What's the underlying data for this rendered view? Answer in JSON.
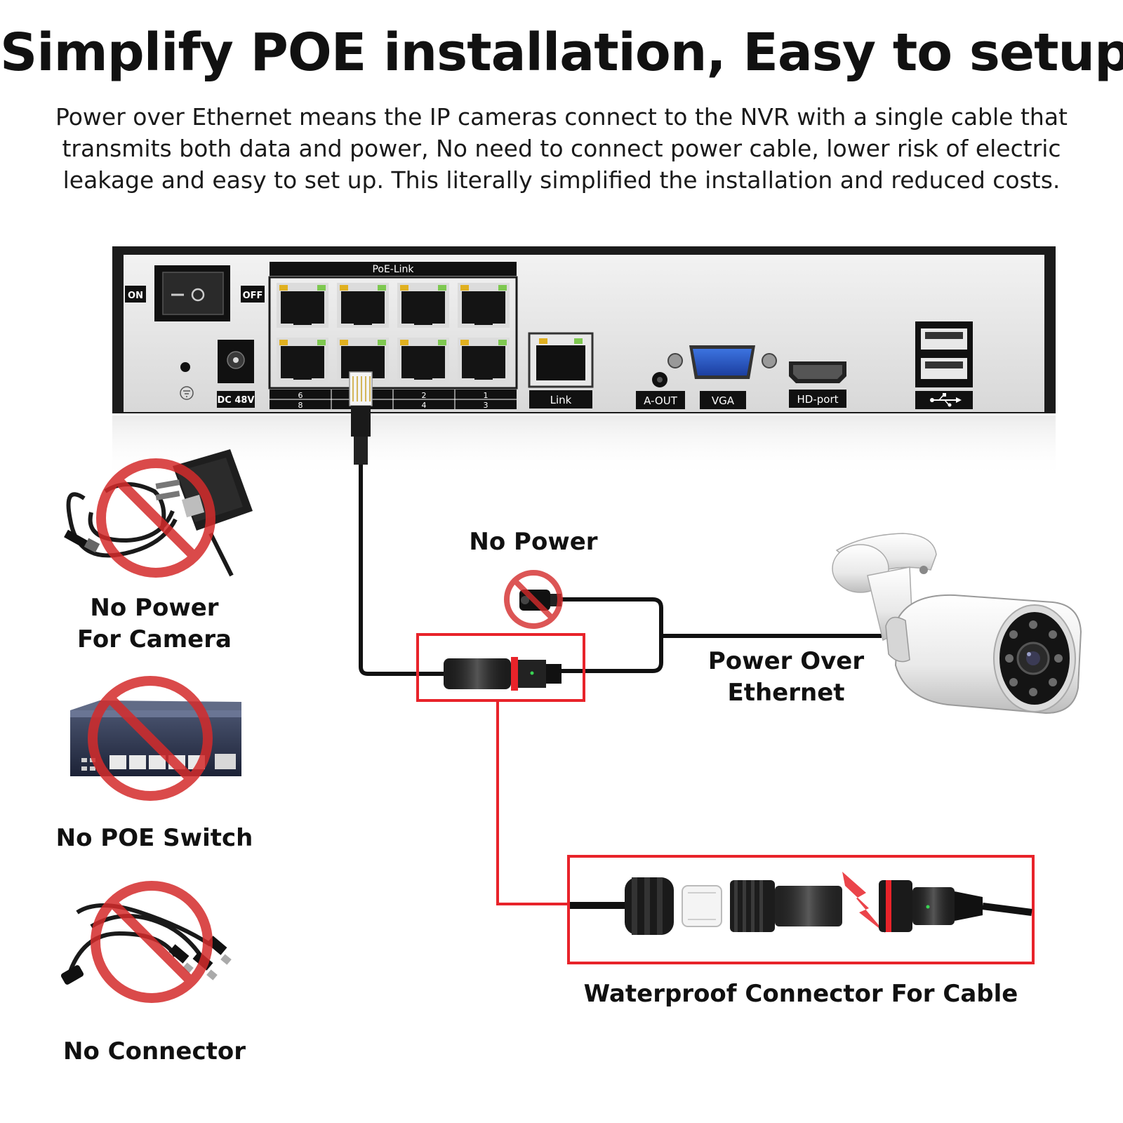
{
  "headline": "Simplify POE installation, Easy to setup",
  "intro": {
    "line1": "Power over Ethernet means the IP cameras connect to the NVR with a single cable that",
    "line2": "transmits both data and power, No need to connect power cable, lower risk of electric",
    "line3": "leakage and easy to set up. This literally simplified the installation and reduced costs."
  },
  "nvr": {
    "switch_on": "ON",
    "switch_off": "OFF",
    "dc_label": "DC 48V",
    "poe_header": "PoE-Link",
    "port_numbers_top": [
      "6",
      "2",
      "1"
    ],
    "port_numbers_bottom": [
      "8",
      "4",
      "3"
    ],
    "link_label": "Link",
    "aout_label": "A-OUT",
    "vga_label": "VGA",
    "hd_label": "HD-port"
  },
  "labels": {
    "no_power": "No Power",
    "no_power_camera_line1": "No Power",
    "no_power_camera_line2": "For Camera",
    "no_poe_switch": "No POE Switch",
    "no_connector": "No Connector",
    "poe_line1": "Power Over",
    "poe_line2": "Ethernet",
    "waterproof": "Waterproof Connector For Cable"
  },
  "colors": {
    "accent_red": "#e8232a",
    "prohibit_red": "#d42b2b",
    "cable_black": "#111111",
    "nvr_panel": "#e7e7e7",
    "nvr_frame": "#1b1b1b"
  },
  "icons": {
    "prohibited": "prohibition-sign-icon",
    "power_adapter": "power-adapter-icon",
    "poe_switch": "network-switch-icon",
    "splitter": "dc-splitter-cable-icon",
    "camera": "bullet-camera-icon",
    "usb": "usb-icon",
    "ground": "ground-icon"
  }
}
